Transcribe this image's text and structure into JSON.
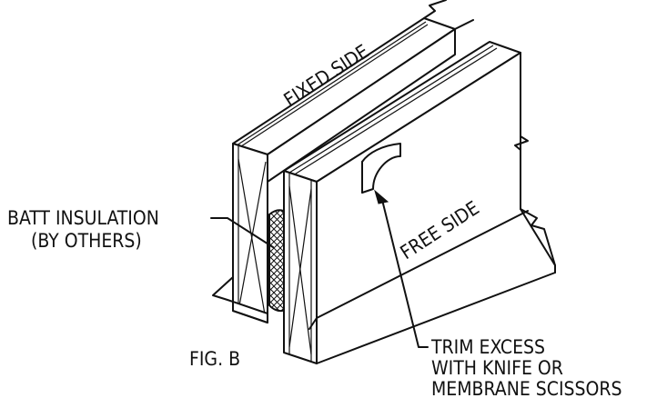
{
  "labels": {
    "fixed_side": "FIXED SIDE",
    "free_side": "FREE SIDE",
    "batt_line1": "BATT INSULATION",
    "batt_line2": "(BY OTHERS)",
    "fig": "FIG. B",
    "trim_line1": "TRIM EXCESS",
    "trim_line2": "WITH KNIFE OR",
    "trim_line3": "MEMBRANE SCISSORS"
  },
  "colors": {
    "line": "#111111",
    "background": "#ffffff"
  }
}
